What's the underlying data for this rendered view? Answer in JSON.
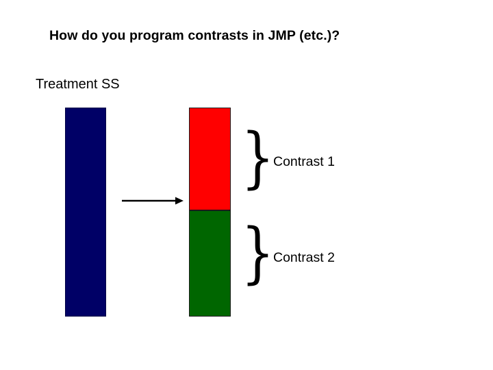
{
  "slide": {
    "title": "How do you program contrasts in JMP (etc.)?",
    "treatment_label": "Treatment SS",
    "contrast_1_label": "Contrast 1",
    "contrast_2_label": "Contrast 2",
    "brace_glyph": "}",
    "colors": {
      "total_bar": "#000066",
      "contrast_1_bar": "#FF0000",
      "contrast_2_bar": "#006600",
      "text": "#000000",
      "background": "#FFFFFF",
      "outline": "#1A1A1A"
    },
    "diagram": {
      "type": "partition-bar",
      "source_bar": {
        "name": "Treatment SS",
        "color": "#000066",
        "proportion": 1.0
      },
      "partition_bars": [
        {
          "name": "Contrast 1",
          "color": "#FF0000",
          "proportion": 0.49
        },
        {
          "name": "Contrast 2",
          "color": "#006600",
          "proportion": 0.51
        }
      ],
      "arrow": {
        "direction": "right",
        "from": "Treatment SS",
        "to": "Contrast partition"
      }
    }
  }
}
